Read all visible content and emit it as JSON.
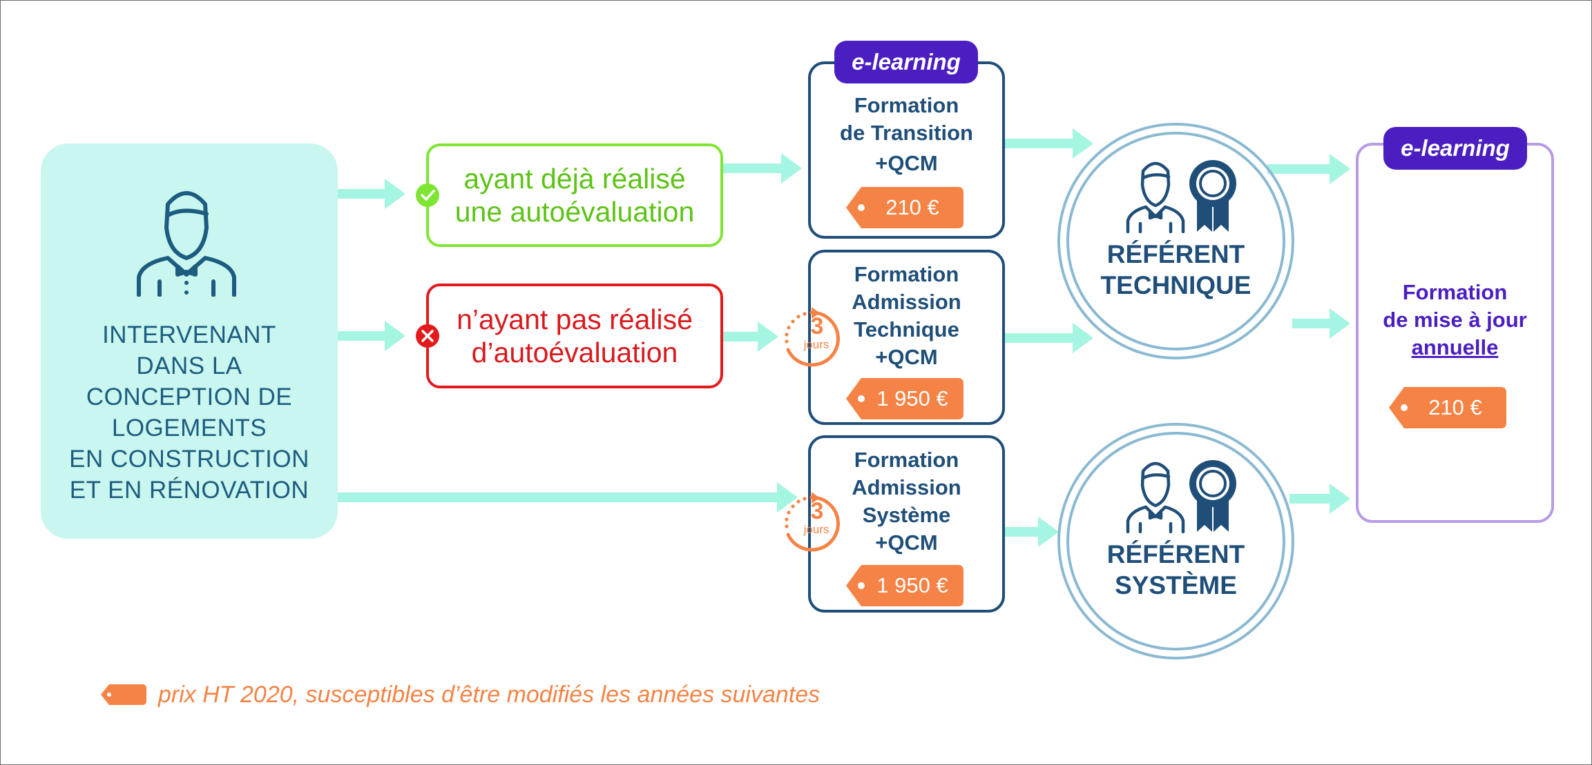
{
  "intervenant": {
    "lines": [
      "INTERVENANT",
      "DANS LA",
      "CONCEPTION DE",
      "LOGEMENTS",
      "EN CONSTRUCTION",
      "ET EN RÉNOVATION"
    ]
  },
  "conditions": {
    "yes": {
      "lines": [
        "ayant déjà réalisé",
        "une autoévaluation"
      ]
    },
    "no": {
      "lines": [
        "n’ayant pas réalisé",
        "d’autoévaluation"
      ]
    }
  },
  "elearning_label": "e-learning",
  "formations": {
    "transition": {
      "lines": [
        "Formation",
        "de Transition",
        "+QCM"
      ],
      "price": "210 €"
    },
    "technique": {
      "lines": [
        "Formation",
        "Admission",
        "Technique",
        "+QCM"
      ],
      "price": "1 950 €"
    },
    "systeme": {
      "lines": [
        "Formation",
        "Admission",
        "Système",
        "+QCM"
      ],
      "price": "1 950 €"
    },
    "annuelle": {
      "line1": "Formation",
      "line2": "de mise à jour",
      "line3": "annuelle",
      "price": "210 €"
    }
  },
  "timer": {
    "number": "3",
    "unit": "jours"
  },
  "referents": {
    "technique": {
      "lines": [
        "RÉFÉRENT",
        "TECHNIQUE"
      ]
    },
    "systeme": {
      "lines": [
        "RÉFÉRENT",
        "SYSTÈME"
      ]
    }
  },
  "footnote": "prix HT 2020, susceptibles d’être modifiés les années suivantes",
  "colors": {
    "teal_panel": "#c9f6ef",
    "arrow": "#a4f5e1",
    "navy": "#1f4e79",
    "green": "#7ee632",
    "red": "#e31a1c",
    "orange": "#f58345",
    "purple": "#4a1ec0",
    "lavender": "#b89be6",
    "circle": "#8ab9d2"
  },
  "icons": [
    "person-icon",
    "check-icon",
    "cross-icon",
    "timer-icon",
    "price-tag-icon",
    "award-ribbon-icon",
    "arrow-right-icon"
  ]
}
